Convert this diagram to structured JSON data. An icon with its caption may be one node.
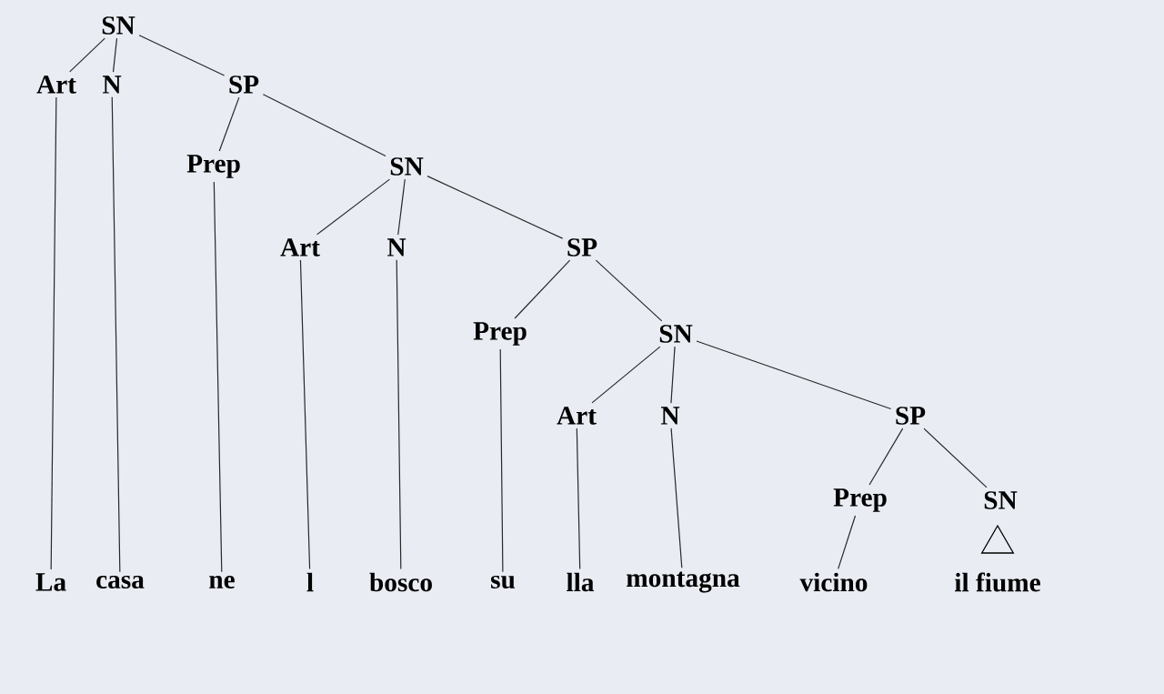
{
  "diagram": {
    "nodes": [
      {
        "text": [
          "SN"
        ]
      },
      {
        "text": [
          "Art"
        ]
      },
      {
        "text": [
          "N"
        ]
      },
      {
        "text": [
          "SP"
        ]
      },
      {
        "text": [
          "Prep"
        ]
      },
      {
        "text": [
          "SN"
        ]
      },
      {
        "text": [
          "Art"
        ]
      },
      {
        "text": [
          "N"
        ]
      },
      {
        "text": [
          "SP"
        ]
      },
      {
        "text": [
          "Prep"
        ]
      },
      {
        "text": [
          "SN"
        ]
      },
      {
        "text": [
          "Art"
        ]
      },
      {
        "text": [
          "N"
        ]
      },
      {
        "text": [
          "SP"
        ]
      },
      {
        "text": [
          "Prep"
        ]
      },
      {
        "text": [
          "SN"
        ]
      },
      {
        "text": [
          "La"
        ]
      },
      {
        "text": [
          "casa"
        ]
      },
      {
        "text": [
          "ne"
        ]
      },
      {
        "text": [
          "l"
        ]
      },
      {
        "text": [
          "bosco"
        ]
      },
      {
        "text": [
          "su"
        ]
      },
      {
        "text": [
          "lla"
        ]
      },
      {
        "text": [
          "montagna"
        ]
      },
      {
        "text": [
          "vicino"
        ]
      },
      {
        "text": [],
        "shape": "triangle"
      },
      {
        "text": [
          "il fiume"
        ]
      }
    ],
    "edges": [
      {
        "from": 0,
        "to": 1,
        "arrow": "none"
      },
      {
        "from": 0,
        "to": 2,
        "arrow": "none"
      },
      {
        "from": 0,
        "to": 3,
        "arrow": "none"
      },
      {
        "from": 3,
        "to": 4,
        "arrow": "none"
      },
      {
        "from": 3,
        "to": 5,
        "arrow": "none"
      },
      {
        "from": 5,
        "to": 6,
        "arrow": "none"
      },
      {
        "from": 5,
        "to": 7,
        "arrow": "none"
      },
      {
        "from": 5,
        "to": 8,
        "arrow": "none"
      },
      {
        "from": 8,
        "to": 9,
        "arrow": "none"
      },
      {
        "from": 8,
        "to": 10,
        "arrow": "none"
      },
      {
        "from": 10,
        "to": 11,
        "arrow": "none"
      },
      {
        "from": 10,
        "to": 12,
        "arrow": "none"
      },
      {
        "from": 10,
        "to": 13,
        "arrow": "none"
      },
      {
        "from": 13,
        "to": 14,
        "arrow": "none"
      },
      {
        "from": 13,
        "to": 15,
        "arrow": "none"
      },
      {
        "from": 1,
        "to": 16,
        "arrow": "none"
      },
      {
        "from": 2,
        "to": 17,
        "arrow": "none"
      },
      {
        "from": 4,
        "to": 18,
        "arrow": "none"
      },
      {
        "from": 6,
        "to": 19,
        "arrow": "none"
      },
      {
        "from": 7,
        "to": 20,
        "arrow": "none"
      },
      {
        "from": 9,
        "to": 21,
        "arrow": "none"
      },
      {
        "from": 11,
        "to": 22,
        "arrow": "none"
      },
      {
        "from": 12,
        "to": 23,
        "arrow": "none"
      },
      {
        "from": 14,
        "to": 24,
        "arrow": "none"
      }
    ]
  }
}
